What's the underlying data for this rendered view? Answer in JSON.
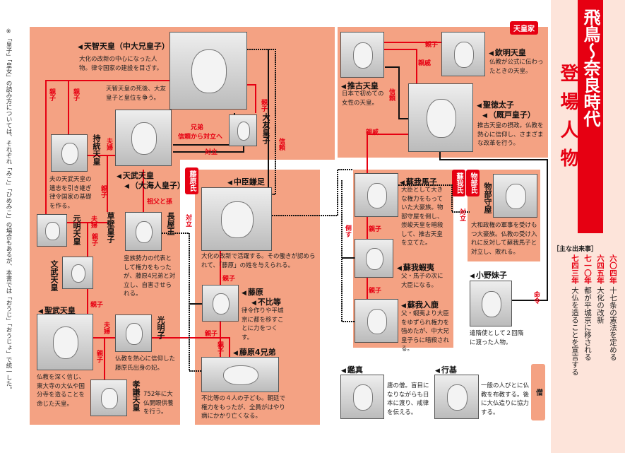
{
  "note": "※「皇子」「皇女」の読み方については、それぞれ「みこ」「ひめみこ」の場合もあるが、本書では「おうじ」「おうじょ」で統一した。",
  "title": "飛鳥～奈良時代",
  "subtitle": "登場人物",
  "tags": {
    "imperial": "天皇家",
    "fujiwara": "藤原氏",
    "soga": "蘇我氏",
    "mononobe": "物部氏",
    "monk": "僧"
  },
  "people": {
    "tenji": {
      "name": "天智天皇（中大兄皇子）",
      "desc": "大化の改新の中心になった人物。律令国家の建設を目ざす。"
    },
    "tenmu": {
      "name": "天武天皇",
      "name2": "（大海人皇子）",
      "desc": "天智天皇の死後、大友皇子と皇位を争う。"
    },
    "otomo": {
      "name": "大友皇子"
    },
    "jito": {
      "name": "持統天皇",
      "desc": "夫の天武天皇の遺志を引き継ぎ律令国家の基礎を作る。"
    },
    "kusakabe": {
      "name": "草壁皇子"
    },
    "genmei": {
      "name": "元明天皇"
    },
    "monmu": {
      "name": "文武天皇"
    },
    "nagaya": {
      "name": "長屋王",
      "desc": "皇族勢力の代表として権力をもったが、藤原4兄弟と対立し、自害させられる。"
    },
    "shomu": {
      "name": "聖武天皇",
      "desc": "仏教を深く信じ、東大寺の大仏や国分寺を造ることを命じた天皇。"
    },
    "komyo": {
      "name": "光明子",
      "desc": "仏教を熱心に信仰した藤原氏出身の妃。"
    },
    "koken": {
      "name": "孝謙天皇",
      "desc": "752年に大仏開眼供養を行う。"
    },
    "kamatari": {
      "name": "中臣鎌足",
      "desc": "大化の改新で活躍する。その働きが認められて、「藤原」の姓を与えられる。"
    },
    "fuhito": {
      "name": "藤原",
      "name2": "不比等",
      "desc": "律令作りや平城京に都を移すことに力をつくす。"
    },
    "four": {
      "name": "藤原4兄弟",
      "desc": "不比等の４人の子ども。朝廷で権力をもったが、全員がはやり病にかかり亡くなる。"
    },
    "suiko": {
      "name": "推古天皇",
      "desc": "日本で初めての女性の天皇。"
    },
    "kinmei": {
      "name": "欽明天皇",
      "desc": "仏教が公式に伝わったときの天皇。"
    },
    "shotoku": {
      "name": "聖徳太子",
      "name2": "（厩戸皇子）",
      "desc": "推古天皇の摂政。仏教を熱心に信仰し、さまざまな改革を行う。"
    },
    "umako": {
      "name": "蘇我馬子",
      "desc": "大臣として大きな権力をもっていた大豪族。物部守屋を倒し、崇峻天皇を暗殺して、推古天皇を立てた。"
    },
    "moriya": {
      "name": "物部守屋",
      "desc": "大和政権の軍事を受けもつ大豪族。仏教の受け入れに反対して蘇我馬子と対立し、敗れる。"
    },
    "emishi": {
      "name": "蘇我蝦夷",
      "desc": "父・馬子の次に大臣になる。"
    },
    "iruka": {
      "name": "蘇我入鹿",
      "desc": "父・蝦夷より大臣をゆずられ権力を強めたが、中大兄皇子らに暗殺される。"
    },
    "imoko": {
      "name": "小野妹子",
      "desc": "遣隋使として２回隋に渡った人物。"
    },
    "ganjin": {
      "name": "鑑真",
      "desc": "唐の僧。盲目になりながらも日本に渡り、戒律を伝える。"
    },
    "gyoki": {
      "name": "行基",
      "desc": "一般の人びとに仏教を布教する。後に大仏造りに協力する。"
    }
  },
  "relations": {
    "oyako": "親子",
    "fufu": "夫婦",
    "kyodai": "兄弟",
    "shinrai_tairitsu": "信頼から対立へ",
    "tairitsu": "対立",
    "shinrai": "信頼",
    "sofu": "祖父と孫",
    "shinseki": "親戚",
    "taosu": "倒す",
    "meirei": "命令"
  },
  "events": {
    "heading": "［主な出来事］",
    "items": [
      {
        "year": "六〇四年",
        "text": "十七条の憲法を定める"
      },
      {
        "year": "六四五年",
        "text": "大化の改新"
      },
      {
        "year": "七一〇年",
        "text": "都が平城京に移される"
      },
      {
        "year": "七四三年",
        "text": "大仏を造ることを宣言する"
      }
    ]
  },
  "colors": {
    "panel": "#f4a283",
    "red": "#e60012",
    "sidebar": "#fde4da"
  }
}
